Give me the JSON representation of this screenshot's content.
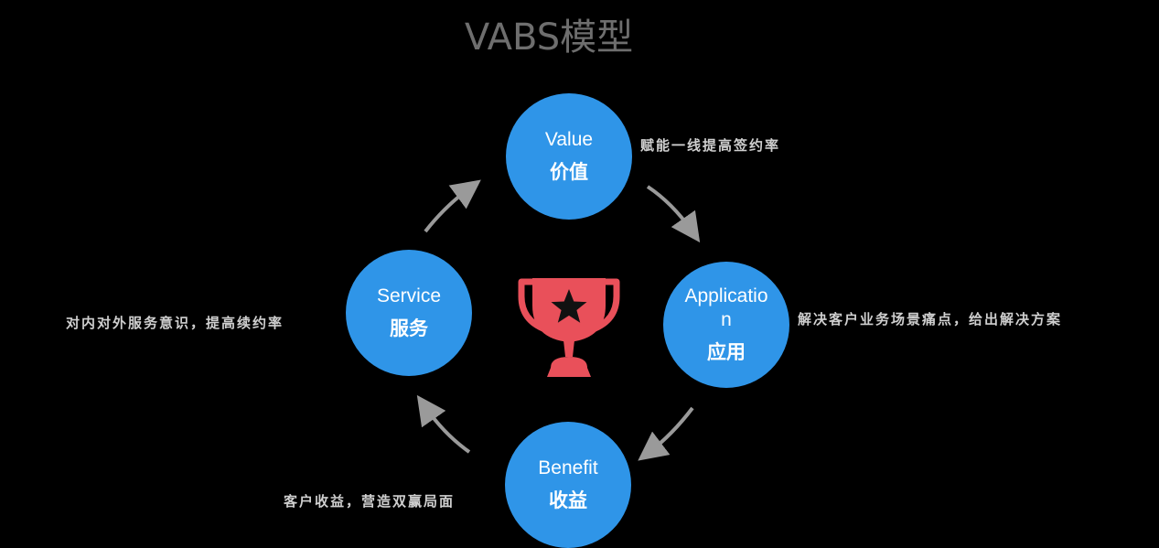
{
  "title": "VABS模型",
  "nodes": {
    "value": {
      "en": "Value",
      "zh": "价值",
      "desc": "赋能一线提高签约率"
    },
    "application": {
      "en": "Application",
      "zh": "应用",
      "desc": "解决客户业务场景痛点，给出解决方案"
    },
    "benefit": {
      "en": "Benefit",
      "zh": "收益",
      "desc": "客户收益，营造双赢局面"
    },
    "service": {
      "en": "Service",
      "zh": "服务",
      "desc": "对内对外服务意识，提高续约率"
    }
  },
  "colors": {
    "node_fill": "#2f95e8",
    "trophy": "#e9505a",
    "arrow": "#9a9a9a",
    "title": "#6e6e6e",
    "background": "#000000"
  },
  "icons": {
    "center": "trophy-star-icon",
    "connectors": "curved-arrow-icon"
  }
}
